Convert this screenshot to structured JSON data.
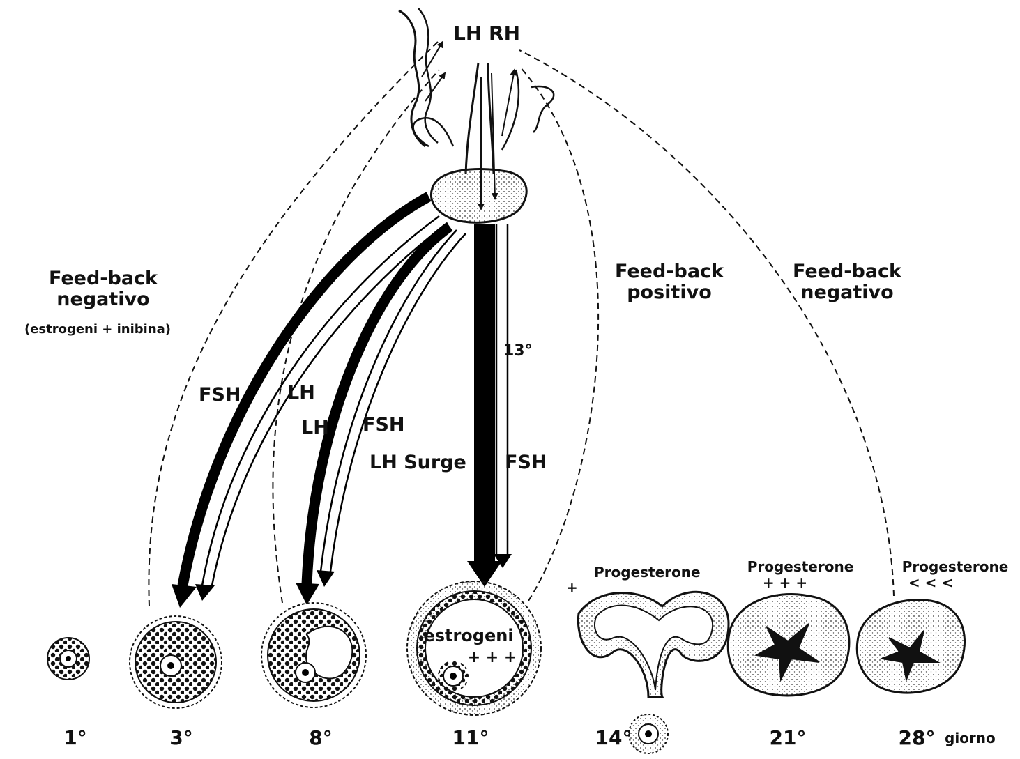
{
  "hypothalamus": {
    "hormone_label": "LH RH"
  },
  "feedback": {
    "left_title_line1": "Feed-back",
    "left_title_line2": "negativo",
    "left_note": "(estrogeni + inibina)",
    "mid_title_line1": "Feed-back",
    "mid_title_line2": "positivo",
    "right_title_line1": "Feed-back",
    "right_title_line2": "negativo"
  },
  "arrows": {
    "fsh_day3": "FSH",
    "lh_day3": "LH",
    "lh_day8": "LH",
    "fsh_day8": "FSH",
    "lh_surge": "LH Surge",
    "fsh_day11": "FSH",
    "day13": "13°"
  },
  "hormones": {
    "estrogeni": "estrogeni",
    "estrogeni_level": "+ + +",
    "prog_14": "Progesterone",
    "prog_14_level": "+",
    "prog_21": "Progesterone",
    "prog_21_level": "+ + +",
    "prog_28": "Progesterone",
    "prog_28_level": "< < <"
  },
  "days": {
    "d1": "1°",
    "d3": "3°",
    "d8": "8°",
    "d11": "11°",
    "d14": "14°",
    "d21": "21°",
    "d28": "28°",
    "unit": "giorno"
  }
}
